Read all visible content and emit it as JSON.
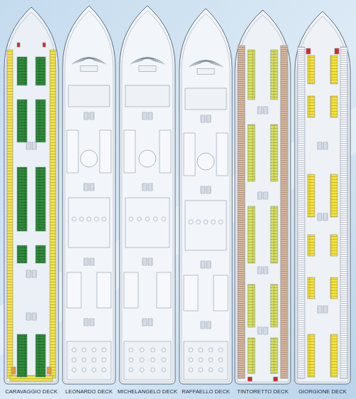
{
  "diagram": {
    "labels": [
      "CARAVAGGIO DECK",
      "LEONARDO DECK",
      "MICHELANGELO DECK",
      "RAFFAELLO DECK",
      "TINTORETTO DECK",
      "GIORGIONE DECK"
    ]
  }
}
